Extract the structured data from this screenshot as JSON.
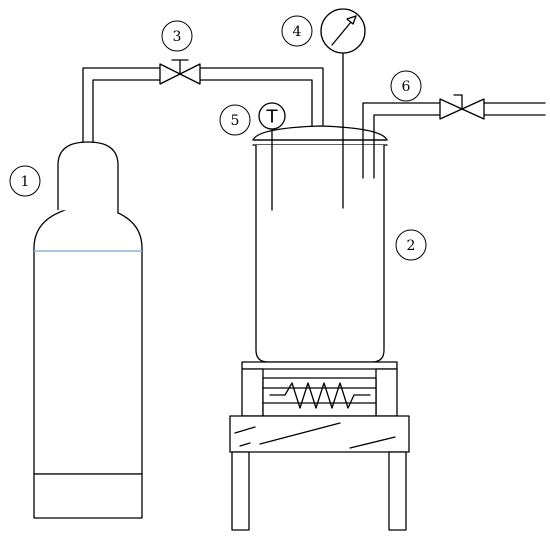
{
  "labels": {
    "gas_cylinder": "1",
    "reactor_vessel": "2",
    "inlet_valve": "3",
    "pressure_gauge": "4",
    "thermometer": "5",
    "outlet_valve": "6"
  },
  "thermometer_symbol": "T",
  "colors": {
    "line": "#000000",
    "cylinder_band": "#8fb3d9",
    "background": "#ffffff"
  }
}
